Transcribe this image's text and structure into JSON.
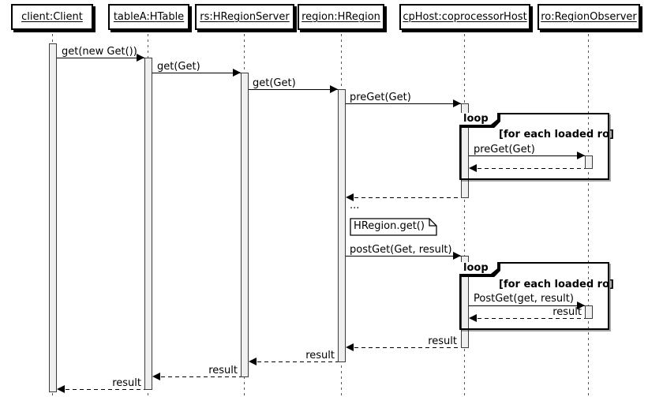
{
  "diagram": {
    "kind": "uml-sequence-diagram",
    "colors": {
      "background": "#ffffff",
      "line": "#000000",
      "activation_fill": "#efefef",
      "box_shadow": "#000000"
    }
  },
  "participants": [
    {
      "label": "client:Client"
    },
    {
      "label": "tableA:HTable"
    },
    {
      "label": "rs:HRegionServer"
    },
    {
      "label": "region:HRegion"
    },
    {
      "label": "cpHost:coprocessorHost"
    },
    {
      "label": "ro:RegionObserver"
    }
  ],
  "messages": {
    "client_get": "get(new Get())",
    "table_get": "get(Get)",
    "rs_get": "get(Get)",
    "pre_get_outer": "preGet(Get)",
    "pre_get_inner": "preGet(Get)",
    "post_get_outer": "postGet(Get, result)",
    "post_get_inner": "PostGet(get, result)",
    "result_ro": "result",
    "result_cphost": "result",
    "result_region": "result",
    "result_rs": "result",
    "result_table": "result"
  },
  "fragments": {
    "loop1": {
      "operator": "loop",
      "guard": "[for each loaded ro]"
    },
    "loop2": {
      "operator": "loop",
      "guard": "[for each loaded ro]"
    }
  },
  "note": {
    "text": "HRegion.get()"
  },
  "ellipsis": "..."
}
